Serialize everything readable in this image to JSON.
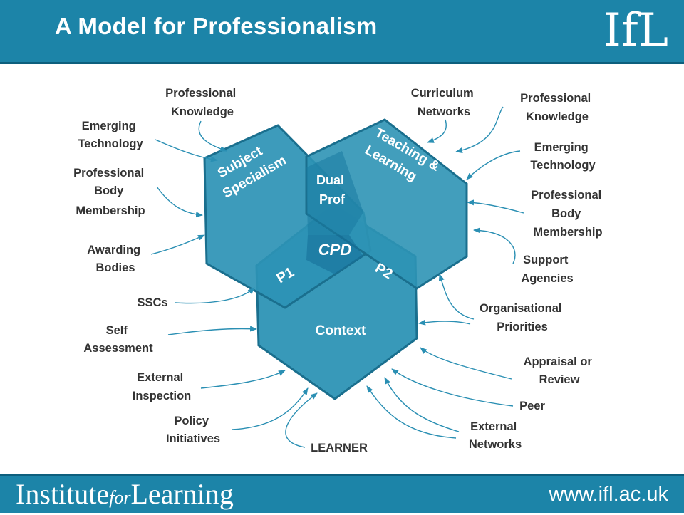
{
  "header": {
    "title": "A Model for Professionalism",
    "logo": "IfL"
  },
  "footer": {
    "brand_part1": "Institute",
    "brand_part2": "for",
    "brand_part3": "Learning",
    "url": "www.ifl.ac.uk"
  },
  "colors": {
    "header": "#1c84a8",
    "hexagon": "#2d93b5",
    "text": "#333333",
    "arrow": "#2a8fb3"
  },
  "diagram": {
    "hexagons": [
      {
        "label": [
          "Subject",
          "Specialism"
        ]
      },
      {
        "label": [
          "Teaching &",
          "Learning"
        ]
      },
      {
        "label": [
          "Context"
        ]
      }
    ],
    "overlaps": {
      "dual_prof": [
        "Dual",
        "Prof"
      ],
      "cpd": "CPD",
      "p1": "P1",
      "p2": "P2"
    },
    "left_labels": [
      [
        "Professional",
        "Knowledge"
      ],
      [
        "Emerging",
        "Technology"
      ],
      [
        "Professional",
        "Body",
        "Membership"
      ],
      [
        "Awarding",
        "Bodies"
      ],
      [
        "SSCs"
      ],
      [
        "Self",
        "Assessment"
      ],
      [
        "External",
        "Inspection"
      ],
      [
        "Policy",
        "Initiatives"
      ],
      [
        "LEARNER"
      ]
    ],
    "right_labels": [
      [
        "Curriculum",
        "Networks"
      ],
      [
        "Professional",
        "Knowledge"
      ],
      [
        "Emerging",
        "Technology"
      ],
      [
        "Professional",
        "Body",
        "Membership"
      ],
      [
        "Support",
        "Agencies"
      ],
      [
        "Organisational",
        "Priorities"
      ],
      [
        "Appraisal or",
        "Review"
      ],
      [
        "Peer"
      ],
      [
        "External",
        "Networks"
      ]
    ]
  }
}
